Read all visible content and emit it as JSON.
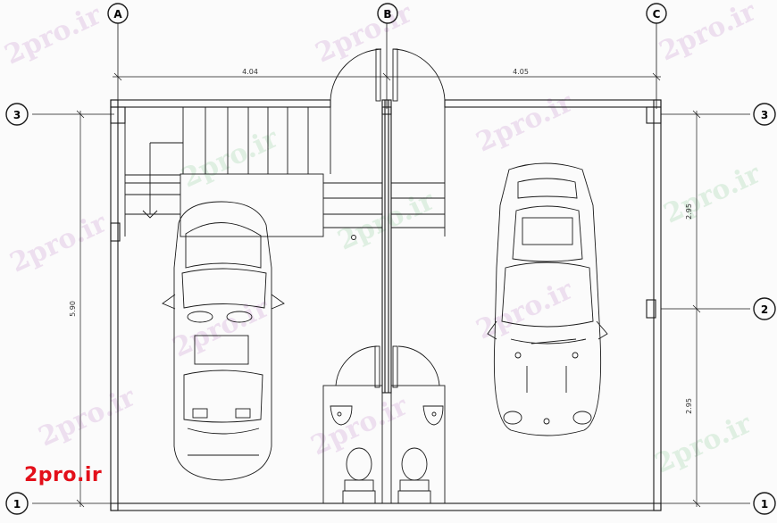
{
  "grid": {
    "columns": [
      "A",
      "B",
      "C"
    ],
    "rows_left": [
      "3",
      "1"
    ],
    "rows_right": [
      "3",
      "2",
      "1"
    ]
  },
  "dimensions": {
    "top_left": "4.04",
    "top_right": "4.05",
    "left_vertical": "5.90",
    "right_upper": "2.95",
    "right_lower": "2.95"
  },
  "watermark": "2pro.ir",
  "brand": "2pro.ir",
  "colors": {
    "line": "#1a1a1a",
    "brand": "#e30f1a"
  }
}
